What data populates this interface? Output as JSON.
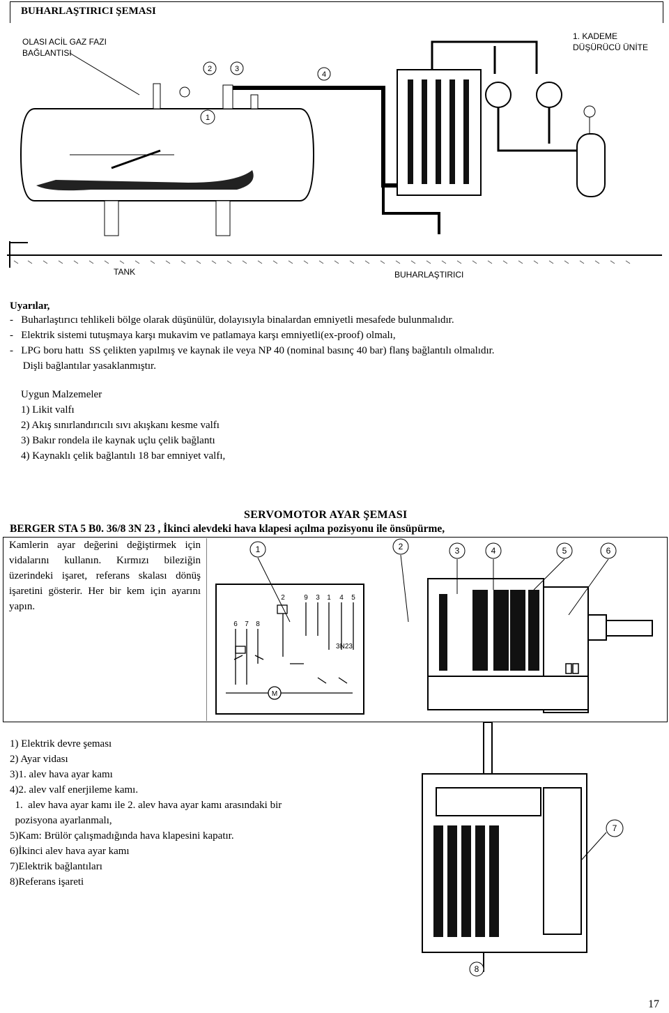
{
  "header": {
    "title": "BUHARLAŞTIRICI ŞEMASI"
  },
  "diagram1": {
    "label_emergency": [
      "OLASI ACİL GAZ FAZI",
      "BAĞLANTISI"
    ],
    "label_reducer": [
      "1. KADEME",
      "DÜŞÜRÜCÜ ÜNİTE"
    ],
    "label_tank": "TANK",
    "label_vaporizer": "BUHARLAŞTIRICI",
    "callouts": [
      "1",
      "2",
      "3",
      "4"
    ]
  },
  "warnings": {
    "heading": "Uyarılar,",
    "items": [
      "-   Buharlaştırıcı tehlikeli bölge olarak düşünülür, dolayısıyla binalardan emniyetli mesafede bulunmalıdır.",
      "-   Elektrik sistemi tutuşmaya karşı mukavim ve patlamaya karşı emniyetli(ex-proof) olmalı,",
      "-   LPG boru hattı  SS çelikten yapılmış ve kaynak ile veya NP 40 (nominal basınç 40 bar) flanş bağlantılı olmalıdır.",
      "     Dişli bağlantılar yasaklanmıştır."
    ]
  },
  "materials": {
    "heading": "Uygun Malzemeler",
    "items": [
      "1) Likit valfı",
      "2) Akış sınırlandırıcılı sıvı akışkanı kesme valfı",
      "3) Bakır rondela ile kaynak uçlu çelik bağlantı",
      "4) Kaynaklı çelik bağlantılı 18 bar emniyet valfı,"
    ]
  },
  "servo": {
    "title": "SERVOMOTOR AYAR  ŞEMASI",
    "subtitle": "BERGER STA 5 B0. 36/8 3N 23 , İkinci alevdeki hava klapesi açılma pozisyonu ile önsüpürme,",
    "instructions": "Kamlerin ayar değerini değiştirmek için vidalarını kullanın. Kırmızı bileziğin üzerindeki işaret, referans skalası dönüş işaretini gösterir. Her bir kem için ayarını yapın.",
    "callouts": [
      "1",
      "2",
      "3",
      "4",
      "5",
      "6"
    ],
    "circuit_numbers_top": [
      "2",
      "9",
      "3",
      "1",
      "4",
      "5"
    ],
    "circuit_numbers_left": [
      "6",
      "7",
      "8"
    ],
    "circuit_label": "3N23",
    "motor_label": "M"
  },
  "legend": {
    "items": [
      "1) Elektrik devre şeması",
      "2) Ayar vidası",
      "3)1. alev hava ayar kamı",
      "4)2. alev valf enerjileme kamı.",
      "  1.  alev hava ayar kamı ile 2. alev hava ayar kamı arasındaki bir",
      "  pozisyona ayarlanmalı,",
      "5)Kam: Brülör çalışmadığında hava klapesini kapatır.",
      "6)İkinci alev hava ayar kamı",
      "7)Elektrik bağlantıları",
      "8)Referans işareti"
    ],
    "callouts": [
      "7",
      "8"
    ]
  },
  "footer": {
    "page_number": "17"
  }
}
